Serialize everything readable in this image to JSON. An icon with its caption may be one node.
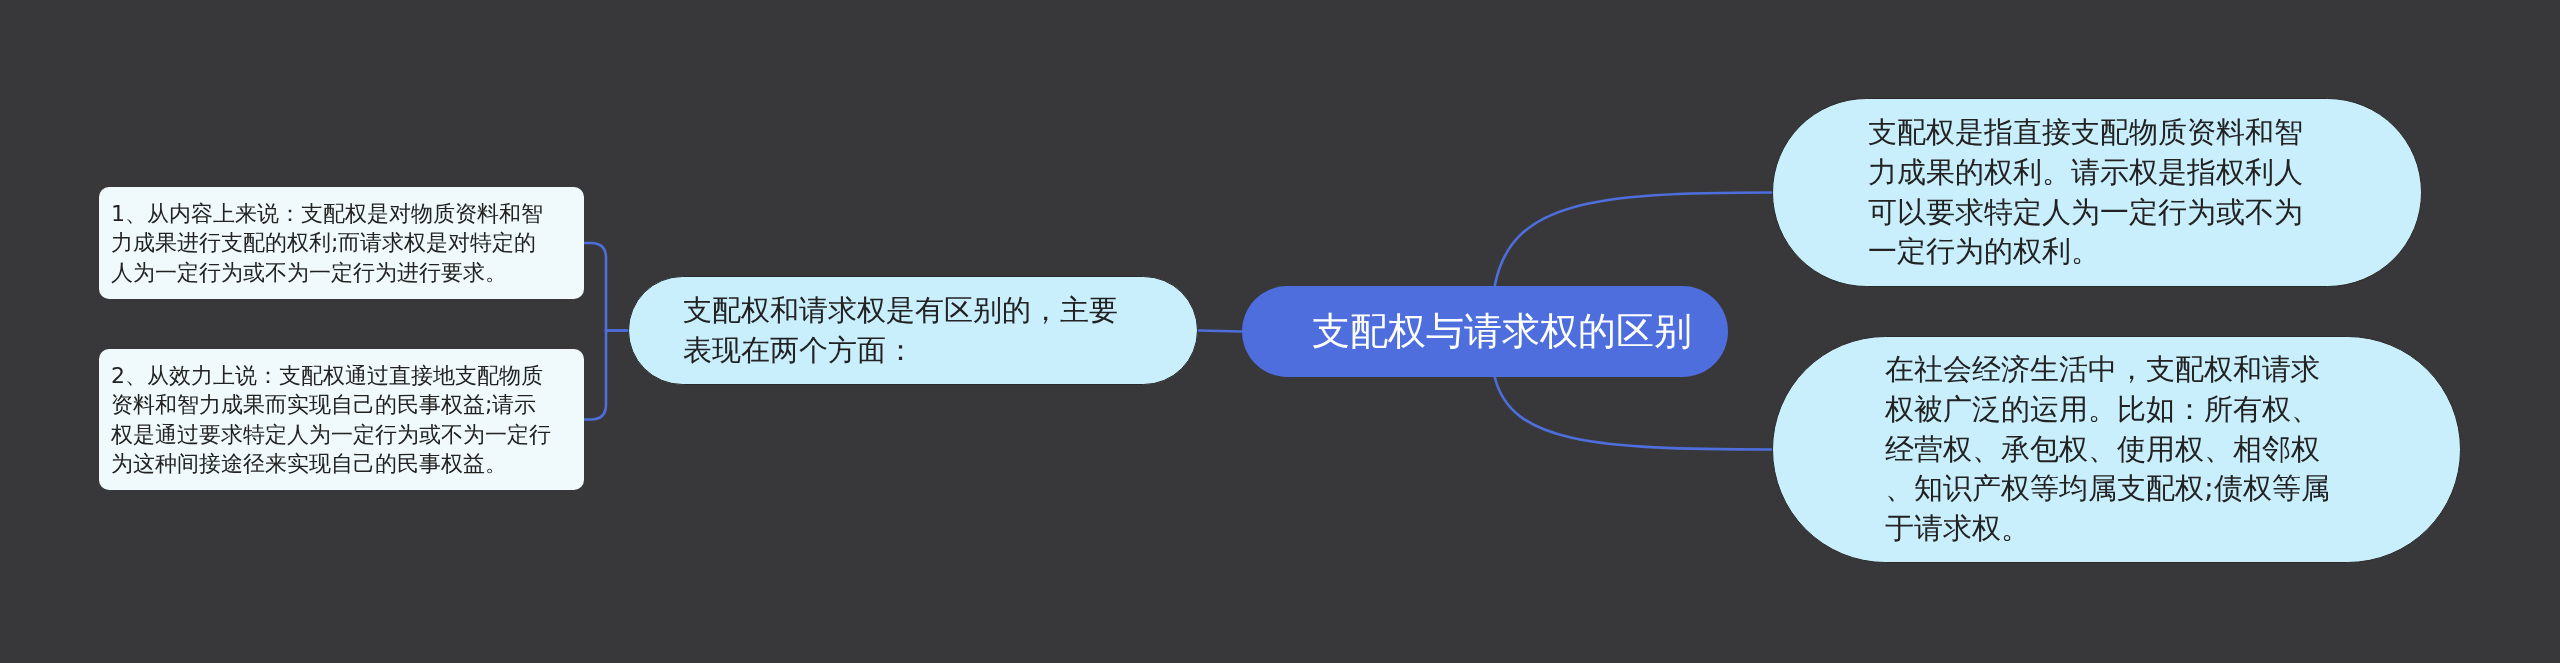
{
  "diagram": {
    "nodes": [
      {
        "text": [
          "支配权与请求权的区别"
        ]
      },
      {
        "text": [
          "支配权和请求权是有区别的，主要表现在两个方面："
        ]
      },
      {
        "text": [
          "1、从内容上来说：支配权是对物质资料和智力成果进行支配的权利;而请求权是对特定的人为一定行为或不为一定行为进行要求。"
        ]
      },
      {
        "text": [
          "2、从效力上说：支配权通过直接地支配物质资料和智力成果而实现自己的民事权益;请示权是通过要求特定人为一定行为或不为一定行为这种间接途径来实现自己的民事权益。"
        ]
      },
      {
        "text": [
          "支配权是指直接支配物质资料和智力成果的权利。请示权是指权利人可以要求特定人为一定行为或不为一定行为的权利。"
        ]
      },
      {
        "text": [
          "在社会经济生活中，支配权和请求权被广泛的运用。比如：所有权、经营权、承包权、使用权、相邻权、知识产权等均属支配权;债权等属于请求权。"
        ]
      }
    ],
    "edges": [
      {
        "from": 0,
        "to": 1,
        "arrow": "none"
      },
      {
        "from": 1,
        "to": 2,
        "arrow": "none"
      },
      {
        "from": 1,
        "to": 3,
        "arrow": "none"
      },
      {
        "from": 0,
        "to": 4,
        "arrow": "none"
      },
      {
        "from": 0,
        "to": 5,
        "arrow": "none"
      }
    ]
  }
}
